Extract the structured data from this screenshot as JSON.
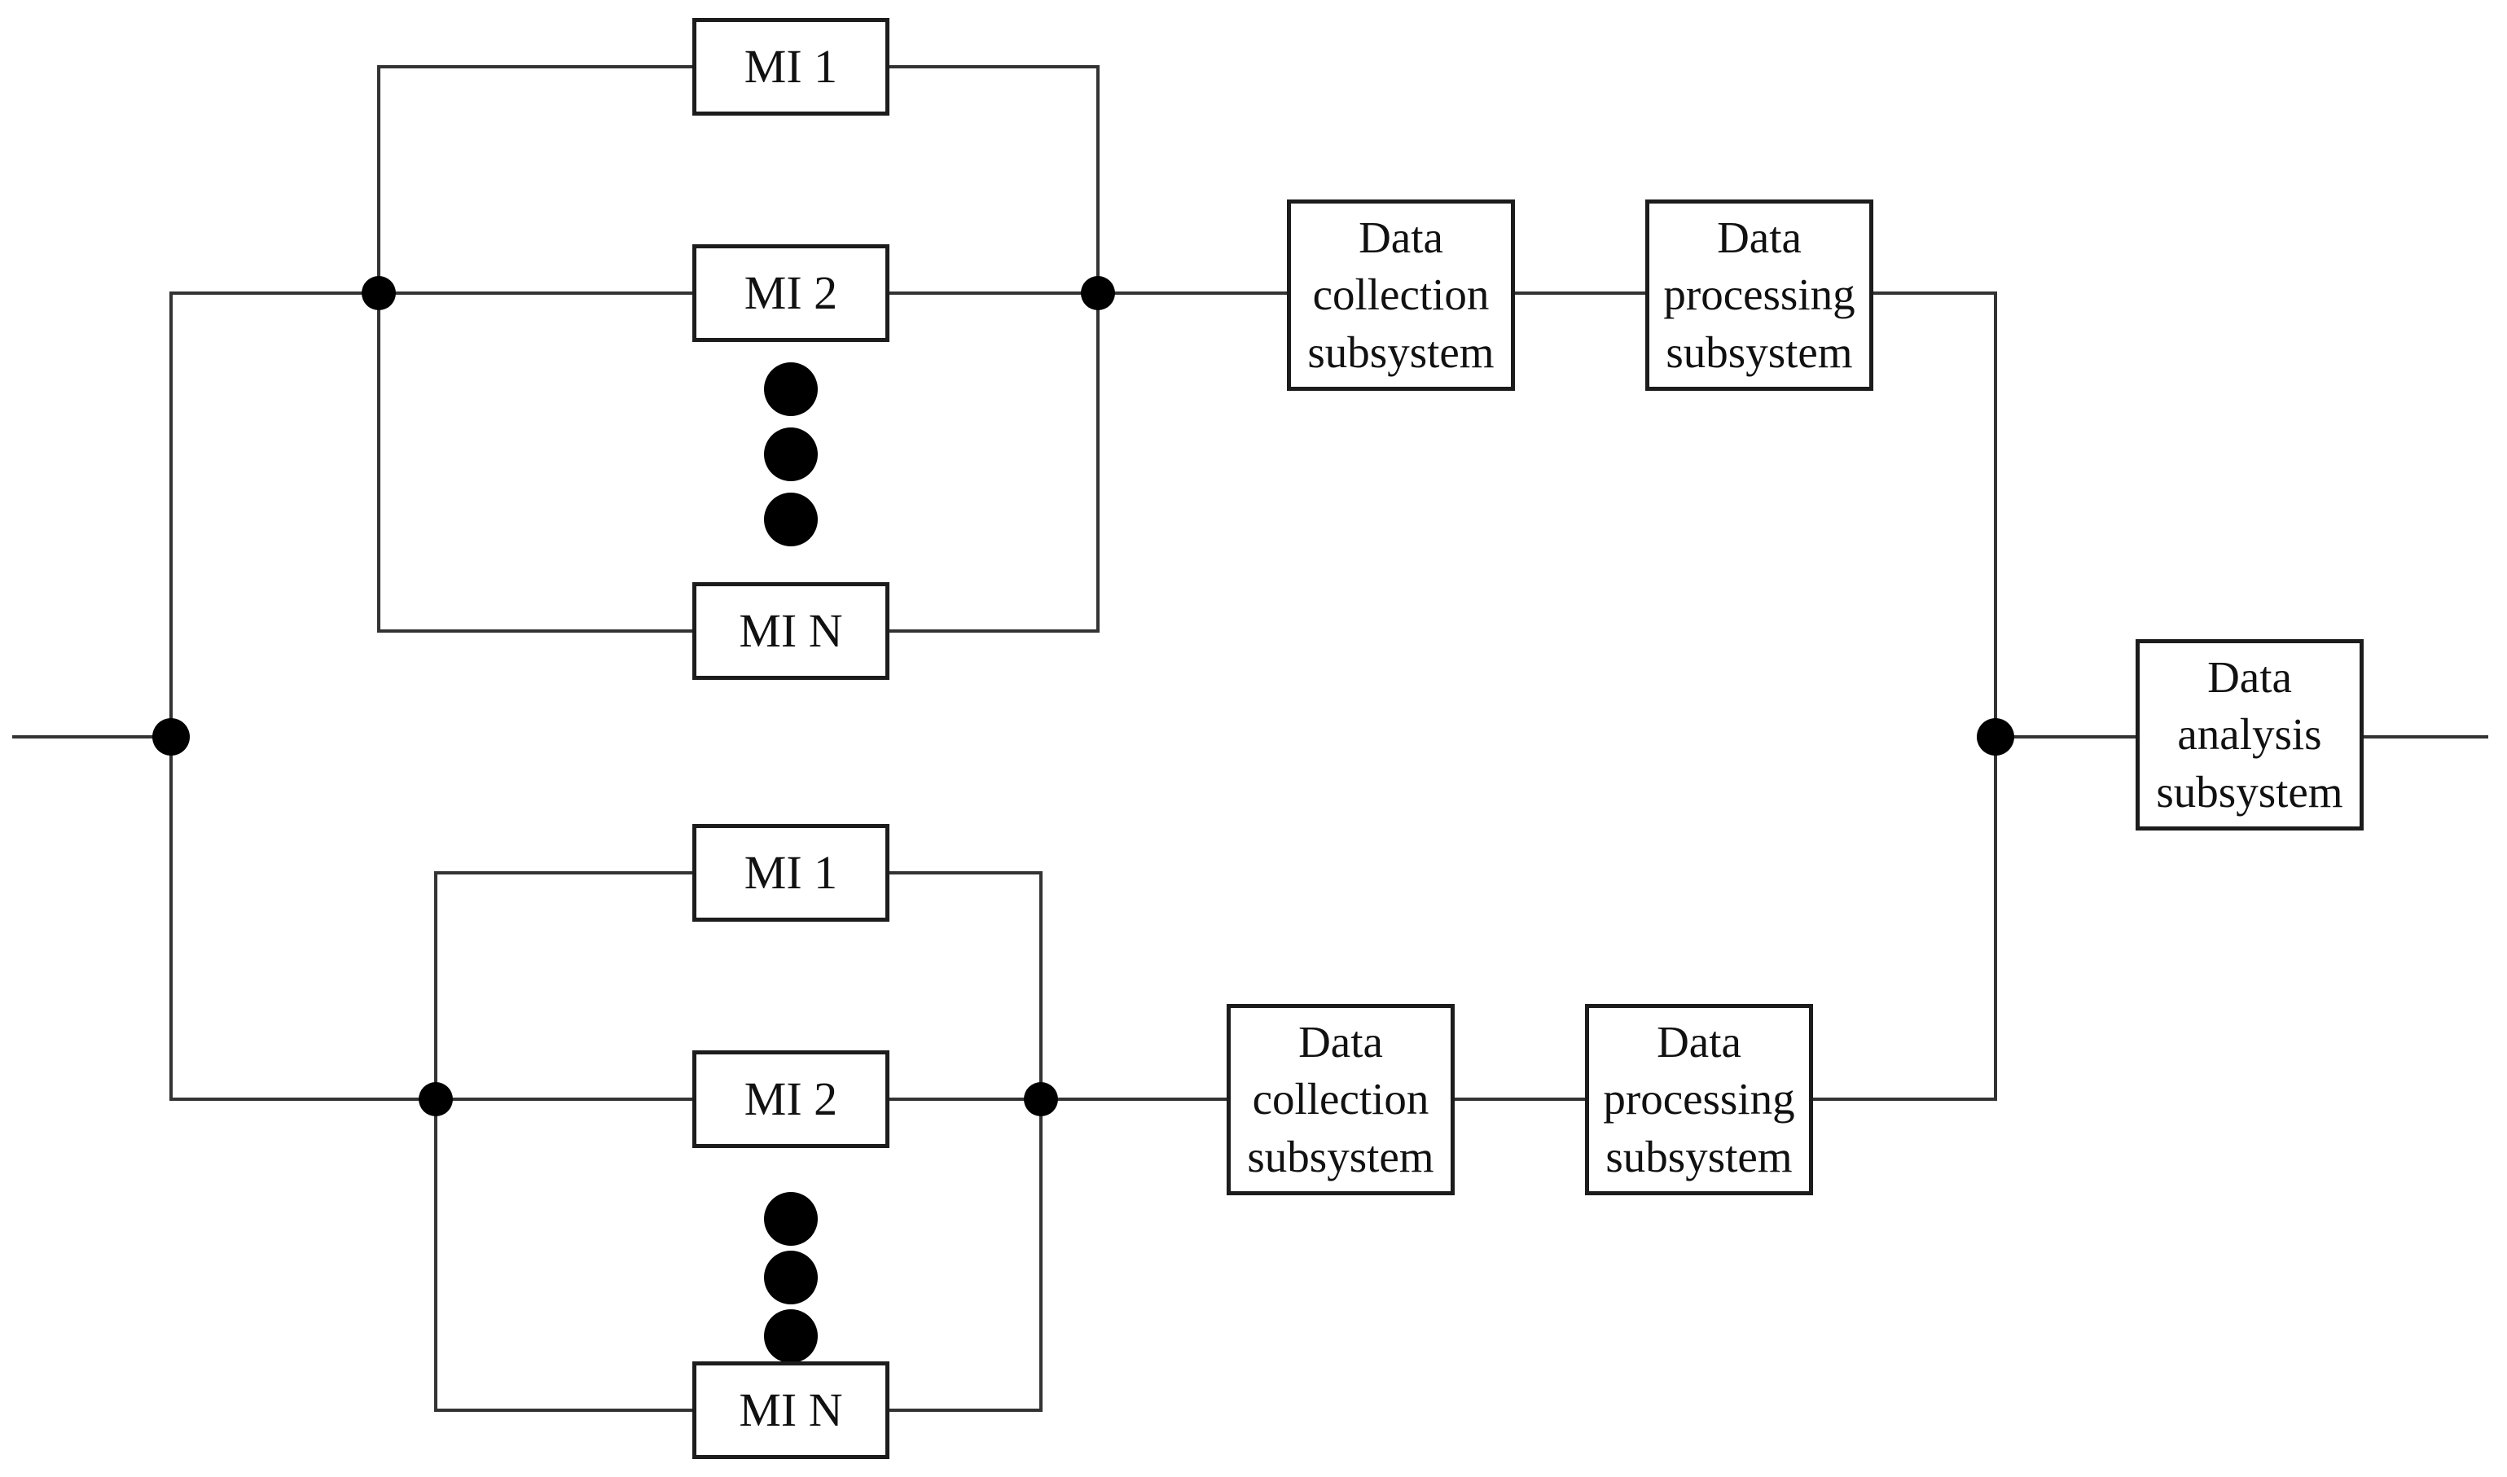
{
  "diagram": {
    "type": "reliability-block-diagram",
    "description": "Two parallel measurement branches, each with N parallel MI units feeding a data collection and data processing subsystem, converging into a single data analysis subsystem",
    "colors": {
      "background": "#ffffff",
      "line": "#333333",
      "box_border": "#1c1c1c",
      "text": "#111111",
      "junction_dot": "#000000"
    },
    "boxes": {
      "mi_top_1": "MI 1",
      "mi_top_2": "MI 2",
      "mi_top_n": "MI N",
      "mi_bottom_1": "MI 1",
      "mi_bottom_2": "MI 2",
      "mi_bottom_n": "MI N",
      "data_collection_top": "Data\ncollection\nsubsystem",
      "data_processing_top": "Data\nprocessing\nsubsystem",
      "data_collection_bottom": "Data\ncollection\nsubsystem",
      "data_processing_bottom": "Data\nprocessing\nsubsystem",
      "data_analysis": "Data\nanalysis\nsubsystem"
    }
  }
}
